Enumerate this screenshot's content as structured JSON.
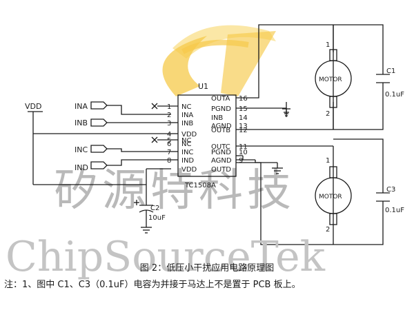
{
  "watermark": {
    "cn": "矽源特科技",
    "en": "ChipSourceTek",
    "logo_colors": [
      "#f6c94a",
      "#fbe7a6"
    ]
  },
  "chip": {
    "ref": "U1",
    "part": "TC1508A",
    "pins_left": [
      {
        "num": "1",
        "name": "NC"
      },
      {
        "num": "2",
        "name": "INA"
      },
      {
        "num": "3",
        "name": "INB"
      },
      {
        "num": "4",
        "name": "VDD"
      },
      {
        "num": "5",
        "name": "NC"
      },
      {
        "num": "6",
        "name": "NC"
      },
      {
        "num": "7",
        "name": "INC"
      },
      {
        "num": "8",
        "name": "IND"
      }
    ],
    "pins_right": [
      {
        "num": "16",
        "name": "OUTA"
      },
      {
        "num": "15",
        "name": "PGND"
      },
      {
        "num": "14",
        "name": "INB"
      },
      {
        "num": "13",
        "name": "AGND"
      },
      {
        "num": "12",
        "name": "OUTB"
      },
      {
        "num": "11",
        "name": "OUTC"
      },
      {
        "num": "10",
        "name": "PGND"
      },
      {
        "num": "9",
        "name": "AGND"
      },
      {
        "num": "",
        "name": "OUTD"
      }
    ],
    "bottom_left_label": "VDD"
  },
  "inputs": {
    "ina": "INA",
    "inb": "INB",
    "inc": "INC",
    "ind": "IND"
  },
  "vdd_label": "VDD",
  "motors": [
    {
      "label": "MOTOR",
      "pin1": "1",
      "pin2": "2"
    },
    {
      "label": "MOTOR",
      "pin1": "1",
      "pin2": "2"
    }
  ],
  "capacitors": [
    {
      "ref": "C1",
      "value": "0.1uF"
    },
    {
      "ref": "C3",
      "value": "0.1uF"
    },
    {
      "ref": "C2",
      "value": "10uF"
    }
  ],
  "caption": "图 2：低压小干扰应用电路原理图",
  "note": "注：1、图中 C1、C3（0.1uF）电容为并接于马达上不是置于 PCB 板上。"
}
